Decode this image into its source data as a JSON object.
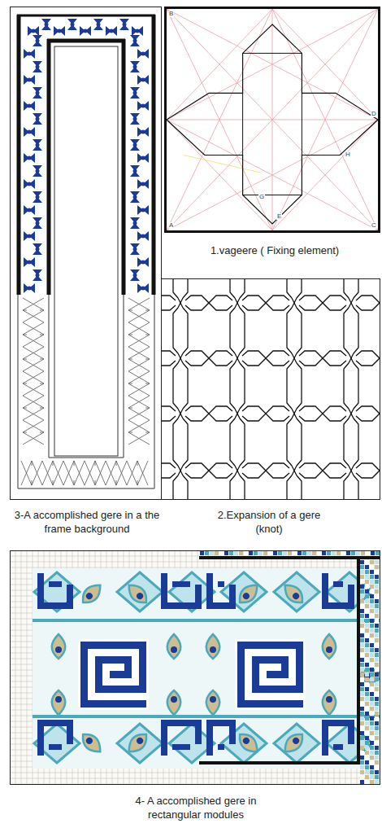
{
  "diagram": {
    "nodes": [
      {
        "text": [
          "1.vageere ( Fixing element)"
        ]
      },
      {
        "text": [
          "2.Expansion of a gere (knot)"
        ]
      },
      {
        "text": [
          "3-A accomplished gere in a the frame background"
        ]
      },
      {
        "text": [
          "4- A accomplished gere in rectangular modules"
        ]
      }
    ],
    "labels": [
      "B",
      "D",
      "H",
      "G",
      "E",
      "A",
      "C"
    ]
  }
}
